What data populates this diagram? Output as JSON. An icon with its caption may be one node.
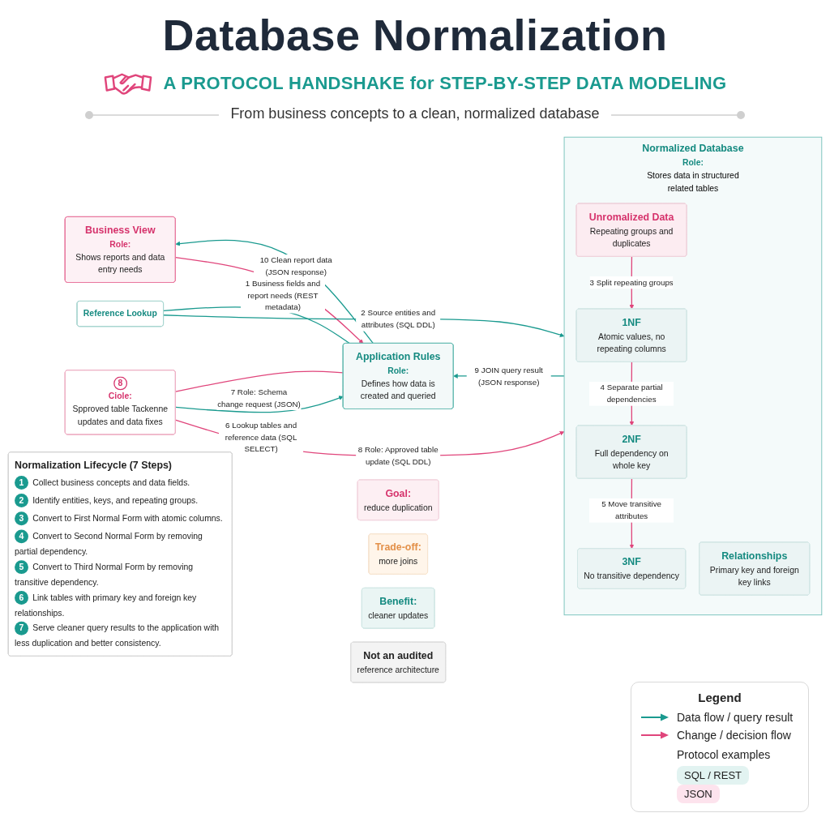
{
  "diagram": {
    "title": "Database Normalization",
    "nodes": [
      {
        "text": [
          "Business View",
          "Role:",
          "Shows reports and data entry needs"
        ]
      },
      {
        "text": [
          "Application Rules",
          "Role:",
          "Defines how data is created and queried"
        ]
      },
      {
        "text": [
          "Reference Lookup"
        ]
      },
      {
        "text": [
          "Normalized Database",
          "Role:",
          "Stores data in structured related tables"
        ]
      },
      {
        "text": [
          "Unromalized Data",
          "Repeating groups and duplicates"
        ],
        "in": 3
      },
      {
        "text": [
          "1NF",
          "Atomic values, no repeating columns"
        ],
        "in": 3
      },
      {
        "text": [
          "2NF",
          "Full dependency on whole key"
        ],
        "in": 3
      },
      {
        "text": [
          "3NF",
          "No transitive dependency"
        ],
        "in": 3
      },
      {
        "text": [
          "Relationships",
          "Primary key and foreign key links"
        ],
        "in": 3
      },
      {
        "text": [
          "8",
          "Ciole:",
          "Spproved table Tackenne updates and data fixes"
        ]
      },
      {
        "text": [
          "Normalization Lifecycle (7 Steps)",
          "1",
          "Collect business concepts and data fields.",
          "2",
          "Identify entities, keys, and repeating groups.",
          "3",
          "Convert to First Normal Form with atomic columns.",
          "4",
          "Convert to Second Normal Form by removing partial dependency.",
          "5",
          "Convert to Third Normal Form by removing transitive dependency.",
          "6",
          "Link tables with primary key and foreign key relationships.",
          "7",
          "Serve cleaner query results to the application with less duplication and better consistency."
        ]
      },
      {
        "text": [
          "Goal:",
          "reduce duplication"
        ]
      },
      {
        "text": [
          "Trade-off:",
          "more joins"
        ]
      },
      {
        "text": [
          "Benefit:",
          "cleaner updates"
        ]
      },
      {
        "text": [
          "Not an audited",
          "reference architecture"
        ]
      }
    ],
    "edges": [
      {
        "from": 0,
        "to": 1,
        "arrow": "to",
        "label": "1 Business fields and report needs (REST metadata)"
      },
      {
        "from": 1,
        "to": 0,
        "arrow": "to",
        "label": "10 Clean report data (JSON response)",
        "color": "#1a9a8f"
      },
      {
        "from": 1,
        "to": 2,
        "arrow": "none",
        "color": "#1a9a8f"
      },
      {
        "from": 2,
        "to": 3,
        "arrow": "to",
        "label": "2 Source entities and attributes (SQL DDL)",
        "color": "#1a9a8f"
      },
      {
        "from": 1,
        "to": 9,
        "arrow": "none",
        "label": "7 Role: Schema change request (JSON)"
      },
      {
        "from": 9,
        "to": 3,
        "arrow": "to",
        "label": "8 Role: Approved table update (SQL DDL)"
      },
      {
        "from": 9,
        "to": 1,
        "arrow": "to",
        "label": "6 Lookup tables and reference data (SQL SELECT)",
        "color": "#1a9a8f"
      },
      {
        "from": 3,
        "to": 1,
        "arrow": "to",
        "label": "9 JOIN query result (JSON response)",
        "color": "#1a9a8f"
      },
      {
        "from": 4,
        "to": 5,
        "arrow": "to",
        "label": "3 Split repeating groups"
      },
      {
        "from": 5,
        "to": 6,
        "arrow": "to",
        "label": "4 Separate partial dependencies"
      },
      {
        "from": 6,
        "to": 7,
        "arrow": "to",
        "label": "5 Move transitive attributes"
      }
    ],
    "labels": [
      "A PROTOCOL HANDSHAKE for STEP-BY-STEP DATA MODELING",
      "From business concepts to a clean, normalized database",
      "Legend",
      "Protocol examples"
    ],
    "legend": [
      {
        "text": "Data flow / query result"
      },
      {
        "text": "Change / decision flow"
      },
      {
        "text": "SQL / REST",
        "color": "#e2f3f1"
      },
      {
        "text": "JSON",
        "color": "#fde3ed"
      }
    ]
  }
}
